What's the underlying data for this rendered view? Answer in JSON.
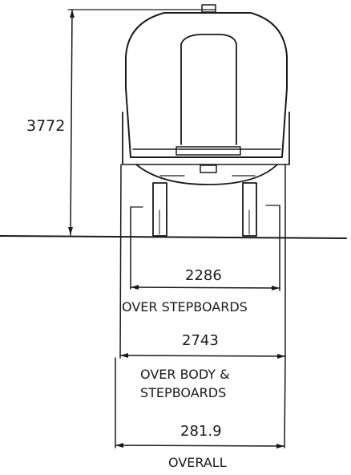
{
  "dimensions": {
    "height": {
      "value": "3772"
    },
    "stepboards": {
      "value": "2286",
      "caption": "OVER STEPBOARDS"
    },
    "body_and_stepboards": {
      "value": "2743",
      "caption_line1": "OVER BODY &",
      "caption_line2": "STEPBOARDS"
    },
    "overall": {
      "value": "281.9",
      "caption": "OVERALL"
    }
  }
}
